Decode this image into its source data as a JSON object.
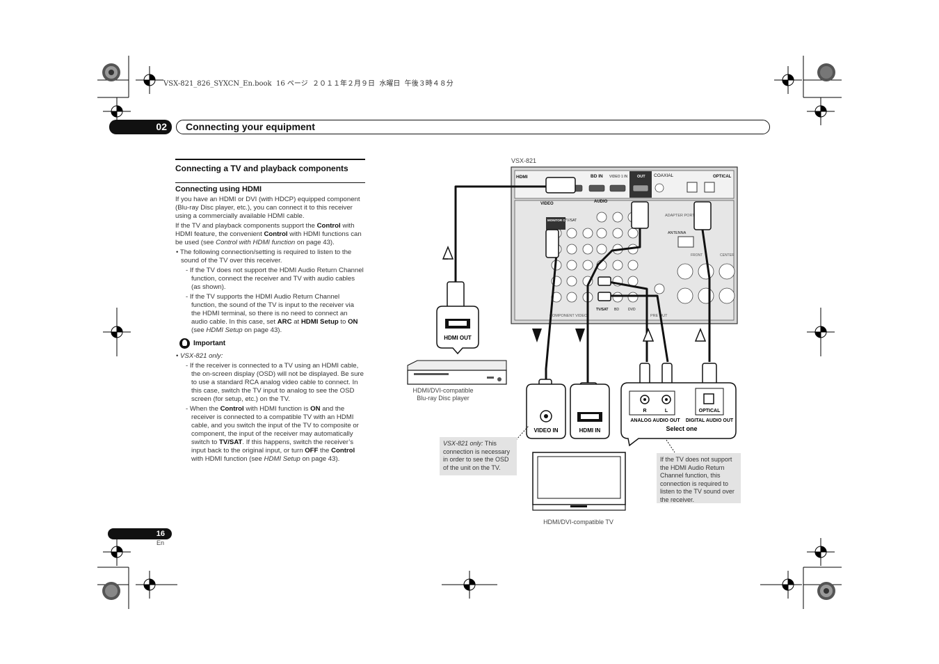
{
  "header": {
    "book_info": "VSX-821_826_SYXCN_En.book  16 ページ  ２０１１年２月９日  水曜日  午後３時４８分"
  },
  "chapter": {
    "number": "02",
    "title": "Connecting your equipment"
  },
  "section": {
    "title": "Connecting a TV and playback components"
  },
  "subsection": {
    "title": "Connecting using HDMI"
  },
  "body": {
    "p1": "If you have an HDMI or DVI (with HDCP) equipped component (Blu-ray Disc player, etc.), you can connect it to this receiver using a commercially available HDMI cable.",
    "p2_a": "If the TV and playback components support the ",
    "p2_b": "Control",
    "p2_c": " with HDMI feature, the convenient ",
    "p2_d": "Control",
    "p2_e": " with HDMI functions can be used (see ",
    "p2_f": "Control with HDMI function",
    "p2_g": " on page 43).",
    "bullet1": "• The following connection/setting is required to listen to the sound of the TV over this receiver.",
    "dash1": "- If the TV does not support the HDMI Audio Return Channel function, connect the receiver and TV with audio cables (as shown).",
    "dash2_a": "- If the TV supports the HDMI Audio Return Channel function, the sound of the TV is input to the receiver via the HDMI terminal, so there is no need to connect an audio cable. In this case, set ",
    "dash2_b": "ARC",
    "dash2_c": " at ",
    "dash2_d": "HDMI Setup",
    "dash2_e": " to ",
    "dash2_f": "ON",
    "dash2_g": " (see ",
    "dash2_h": "HDMI Setup",
    "dash2_i": " on page 43).",
    "important_label": "Important",
    "imp_bullet": "VSX-821 only:",
    "imp_dash1": "- If the receiver is connected to a TV using an HDMI cable, the on-screen display (OSD) will not be displayed. Be sure to use a standard RCA analog video cable to connect. In this case, switch the TV input to analog to see the OSD screen (for setup, etc.) on the TV.",
    "imp_dash2_a": "- When the ",
    "imp_dash2_b": "Control",
    "imp_dash2_c": " with HDMI function is ",
    "imp_dash2_d": "ON",
    "imp_dash2_e": " and the receiver is connected to a compatible TV with an HDMI cable, and you switch the input of the TV to composite or component, the input of the receiver may automatically switch to ",
    "imp_dash2_f": "TV/SAT",
    "imp_dash2_g": ". If this happens, switch the receiver’s input back to the original input, or turn ",
    "imp_dash2_h": "OFF",
    "imp_dash2_i": " the ",
    "imp_dash2_j": "Control",
    "imp_dash2_k": " with HDMI function (see ",
    "imp_dash2_l": "HDMI Setup",
    "imp_dash2_m": " on page 43)."
  },
  "diagram": {
    "model": "VSX-821",
    "panel_labels": {
      "hdmi": "HDMI",
      "bd_in": "BD IN",
      "video1_in": "VIDEO 1 IN",
      "out": "OUT",
      "coaxial": "COAXIAL",
      "optical": "OPTICAL",
      "video": "VIDEO",
      "audio": "AUDIO",
      "monitor_out": "MONITOR OUT",
      "tv_sat": "TV/SAT",
      "bd": "BD",
      "dvd": "DVD",
      "component_video": "COMPONENT VIDEO",
      "pre_out": "PRE OUT",
      "antenna": "ANTENNA",
      "adapter_port": "ADAPTER PORT",
      "front": "FRONT",
      "center": "CENTER"
    },
    "hdmi_out_label": "HDMI OUT",
    "player_caption_1": "HDMI/DVI-compatible",
    "player_caption_2": "Blu-ray Disc player",
    "video_in_label": "VIDEO IN",
    "hdmi_in_label": "HDMI IN",
    "r_label": "R",
    "l_label": "L",
    "analog_audio_out_label": "ANALOG AUDIO OUT",
    "optical_label": "OPTICAL",
    "digital_audio_out_label": "DIGITAL AUDIO OUT",
    "select_one": "Select one",
    "tv_caption": "HDMI/DVI-compatible TV",
    "note_left_a": "VSX-821 only:",
    "note_left_b": " This connection is necessary in order to see the OSD of the unit on the TV.",
    "note_right": "If the TV does not support the HDMI Audio Return Channel function, this connection is required to listen to the TV sound over the receiver."
  },
  "footer": {
    "page_number": "16",
    "language": "En"
  }
}
